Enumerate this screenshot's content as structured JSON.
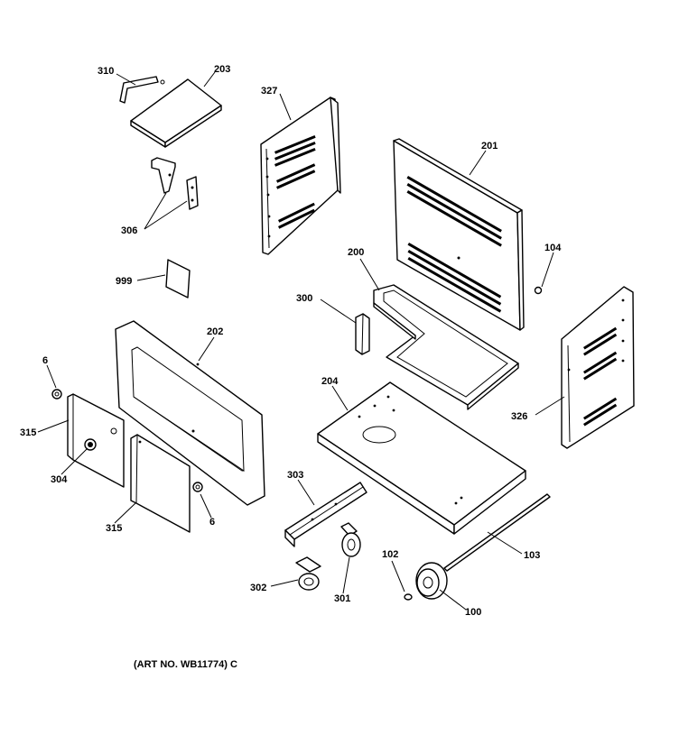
{
  "labels": {
    "p310": "310",
    "p203": "203",
    "p327": "327",
    "p201": "201",
    "p306": "306",
    "p104": "104",
    "p200": "200",
    "p999": "999",
    "p300": "300",
    "p202": "202",
    "p6a": "6",
    "p326": "326",
    "p204": "204",
    "p315a": "315",
    "p304": "304",
    "p315b": "315",
    "p6b": "6",
    "p303": "303",
    "p102": "102",
    "p103": "103",
    "p302": "302",
    "p301": "301",
    "p100": "100"
  },
  "art_number": "(ART NO. WB11774) C"
}
